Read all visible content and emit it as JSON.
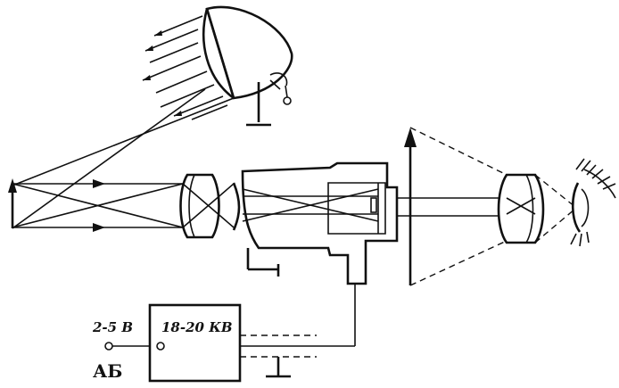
{
  "labels": {
    "battery_voltage": "2-5 В",
    "power_supply_voltage": "18-20 КВ",
    "battery": "АБ"
  }
}
